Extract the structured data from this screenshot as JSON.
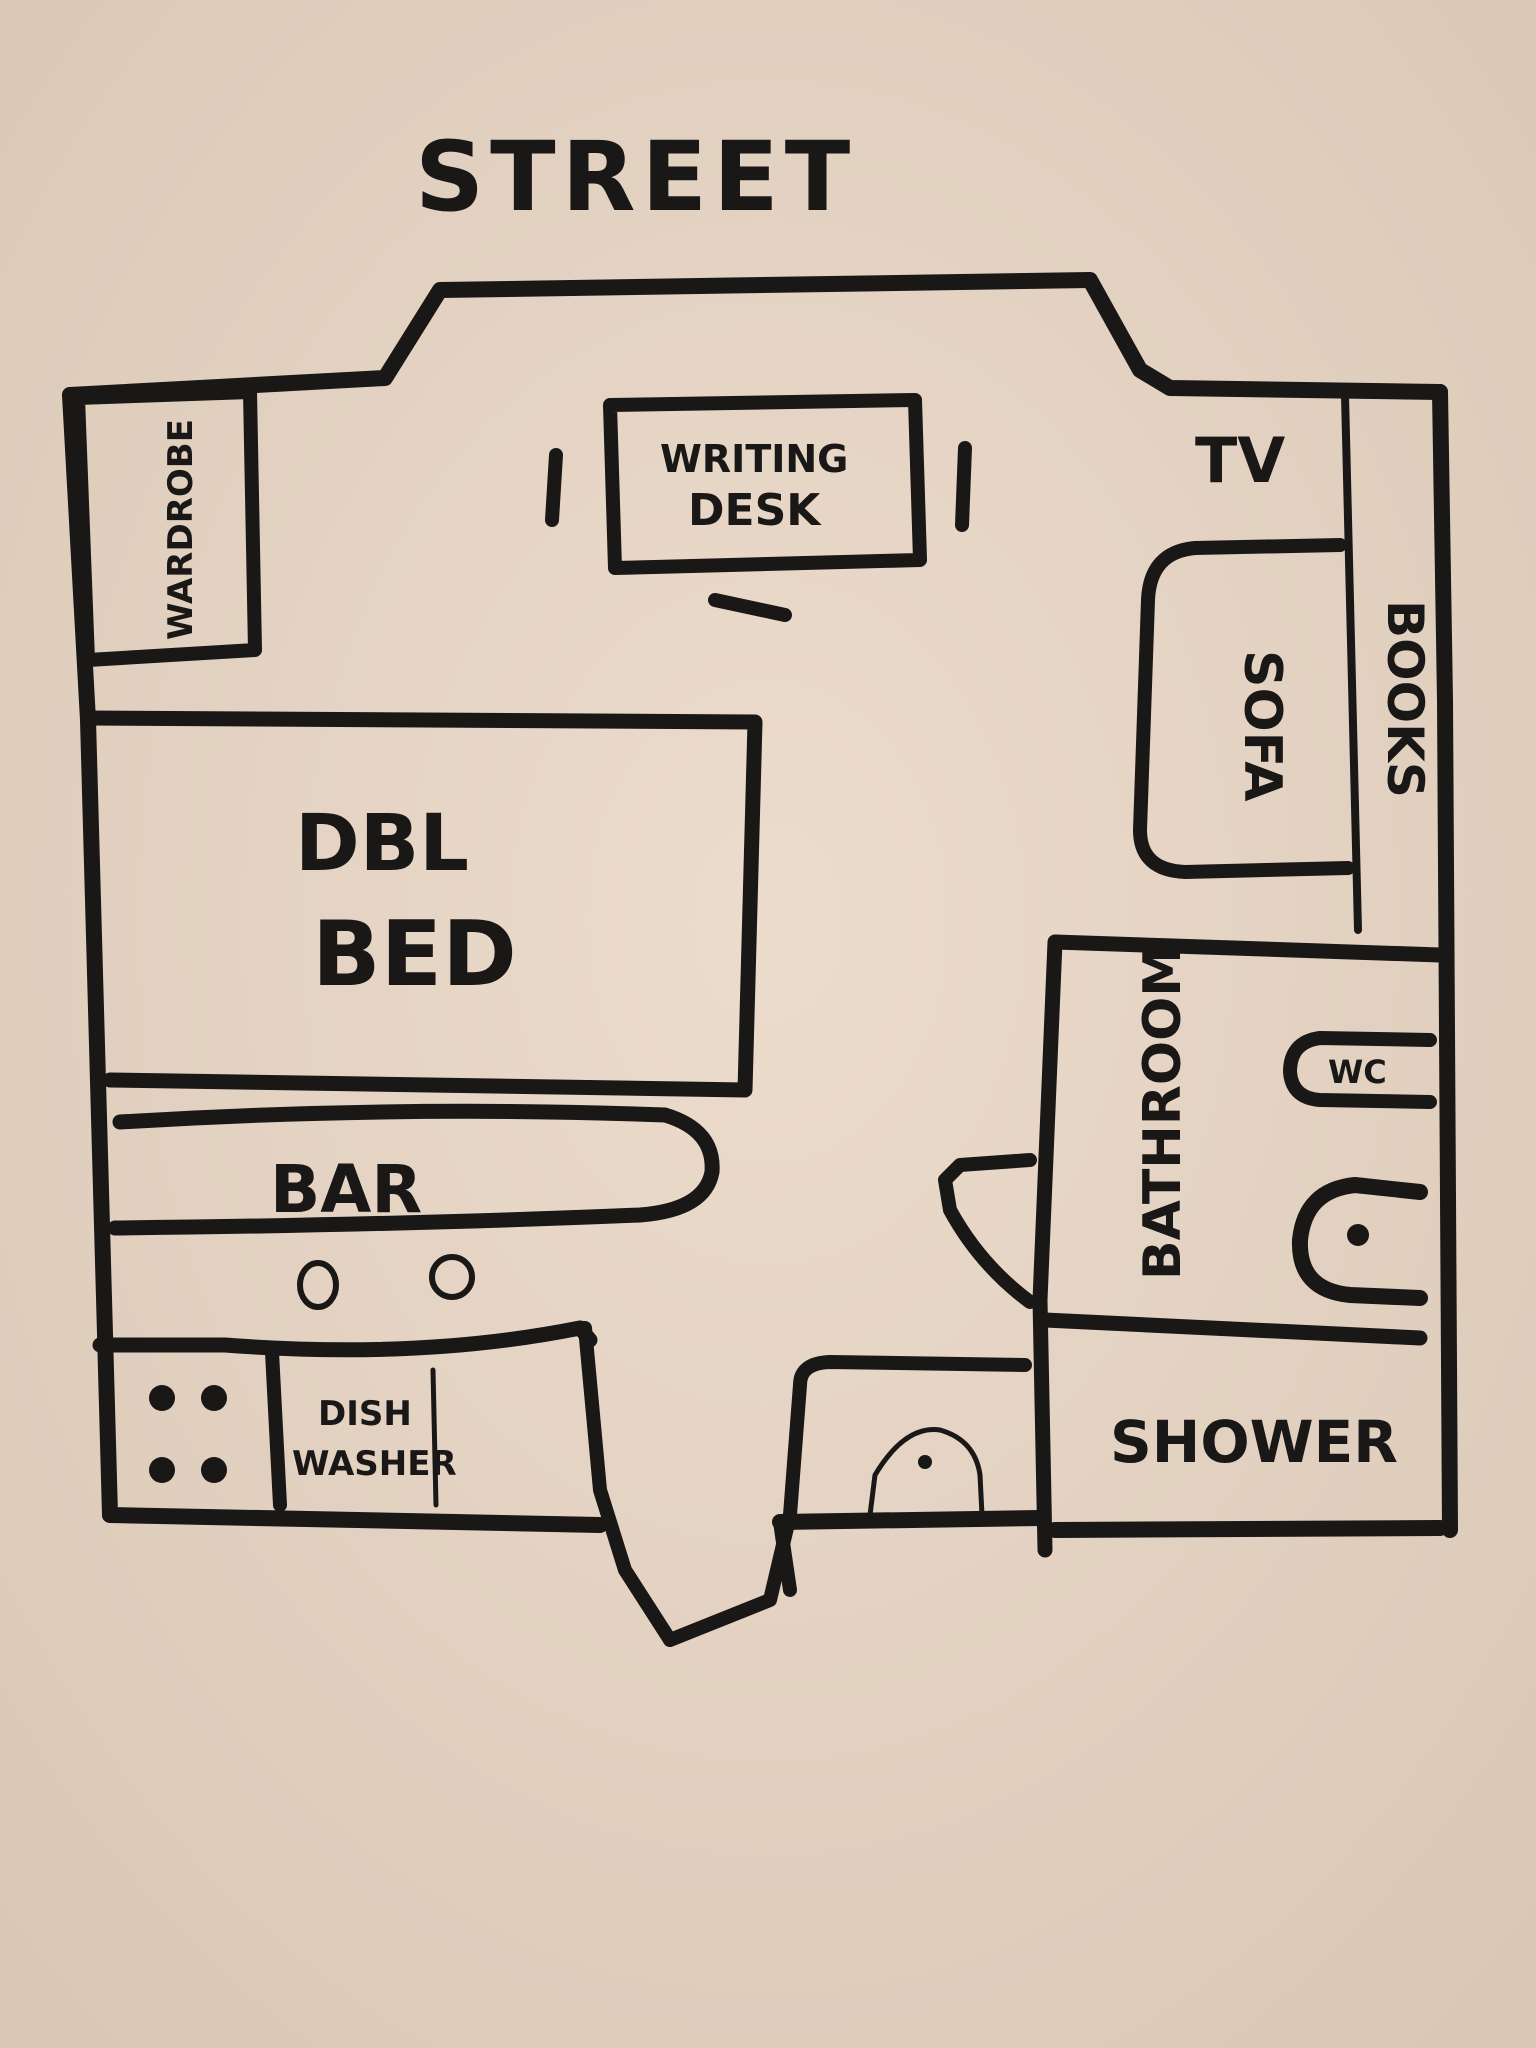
{
  "paper": {
    "color": "#e6d6c6",
    "ink": "#1a1717"
  },
  "labels": {
    "street": "STREET",
    "writing_desk_line1": "WRITING",
    "writing_desk_line2": "DESK",
    "tv": "TV",
    "wardrobe": "WARDROBE",
    "sofa": "SOFA",
    "books": "BOOKS",
    "dbl_bed_line1": "DBL",
    "dbl_bed_line2": "BED",
    "bar": "BAR",
    "bathroom": "BATHROOM",
    "wc": "WC",
    "shower": "SHOWER",
    "dishwasher_line1": "DISH",
    "dishwasher_line2": "WASHER"
  }
}
